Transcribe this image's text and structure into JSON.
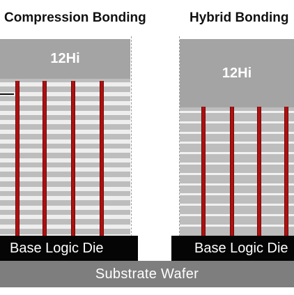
{
  "left": {
    "title": "Compression Bonding",
    "stack_label": "12Hi",
    "base_label": "Base Logic Die"
  },
  "right": {
    "title": "Hybrid Bonding",
    "stack_label": "12Hi",
    "base_label": "Base Logic Die"
  },
  "substrate_label": "Substrate  Wafer",
  "colors": {
    "tsv": "#b01010",
    "stack": "#bdbdbd",
    "layer": "#eeeeee",
    "base": "#050505",
    "substrate": "#7e7e7e"
  }
}
